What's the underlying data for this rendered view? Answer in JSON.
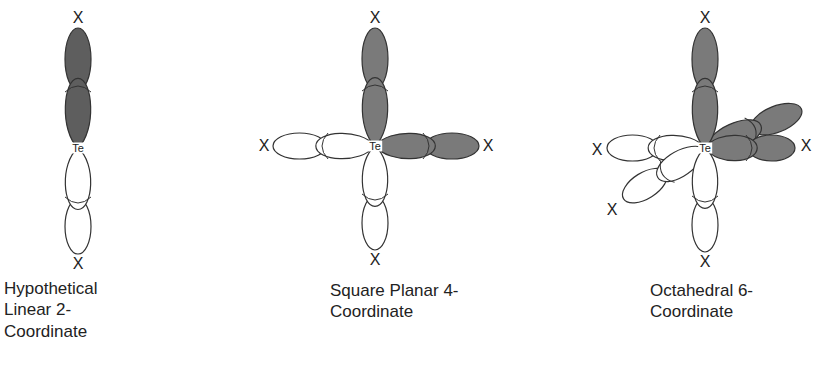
{
  "diagram": {
    "labels": [
      "X",
      "Te",
      "X",
      "Hypothetical Linear 2-Coordinate",
      "X",
      "X",
      "Te",
      "X",
      "X",
      "Square Planar 4-Coordinate",
      "X",
      "X",
      "X",
      "Te",
      "X",
      "X",
      "Octahedral 6-Coordinate"
    ]
  }
}
